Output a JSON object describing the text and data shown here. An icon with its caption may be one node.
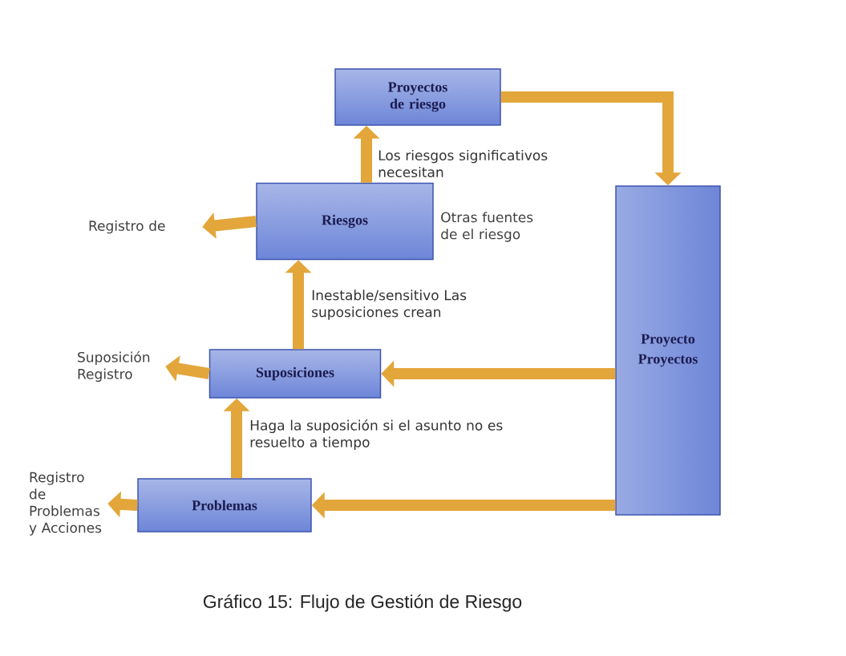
{
  "diagram": {
    "caption": "Gráfico 15: Flujo de Gestión de Riesgo",
    "nodes": [
      {
        "text": [
          "Proyectos de riesgo"
        ]
      },
      {
        "text": [
          "Proyecto",
          "Proyectos"
        ]
      },
      {
        "text": [
          "Riesgos"
        ],
        "beside": [
          "Otras fuentes de el riesgo"
        ]
      },
      {
        "text": [
          "Suposiciones"
        ]
      },
      {
        "text": [
          "Problemas"
        ]
      },
      {
        "text": [
          "Registro de"
        ]
      },
      {
        "text": [
          "Suposición Registro"
        ]
      },
      {
        "text": [
          "Registro de Problemas y Acciones"
        ]
      }
    ],
    "edges": [
      {
        "from": 0,
        "to": 1,
        "arrow": "to"
      },
      {
        "from": 2,
        "to": 0,
        "arrow": "to",
        "label": "Los riesgos significativos necesitan"
      },
      {
        "from": 3,
        "to": 2,
        "arrow": "to",
        "label": "Inestable/sensitivo Las suposiciones crean"
      },
      {
        "from": 4,
        "to": 3,
        "arrow": "to",
        "label": "Haga la suposición si el asunto no es resuelto a tiempo"
      },
      {
        "from": 1,
        "to": 3,
        "arrow": "to"
      },
      {
        "from": 1,
        "to": 4,
        "arrow": "to"
      },
      {
        "from": 2,
        "to": 5,
        "arrow": "to"
      },
      {
        "from": 3,
        "to": 6,
        "arrow": "to"
      },
      {
        "from": 4,
        "to": 7,
        "arrow": "to"
      }
    ]
  }
}
